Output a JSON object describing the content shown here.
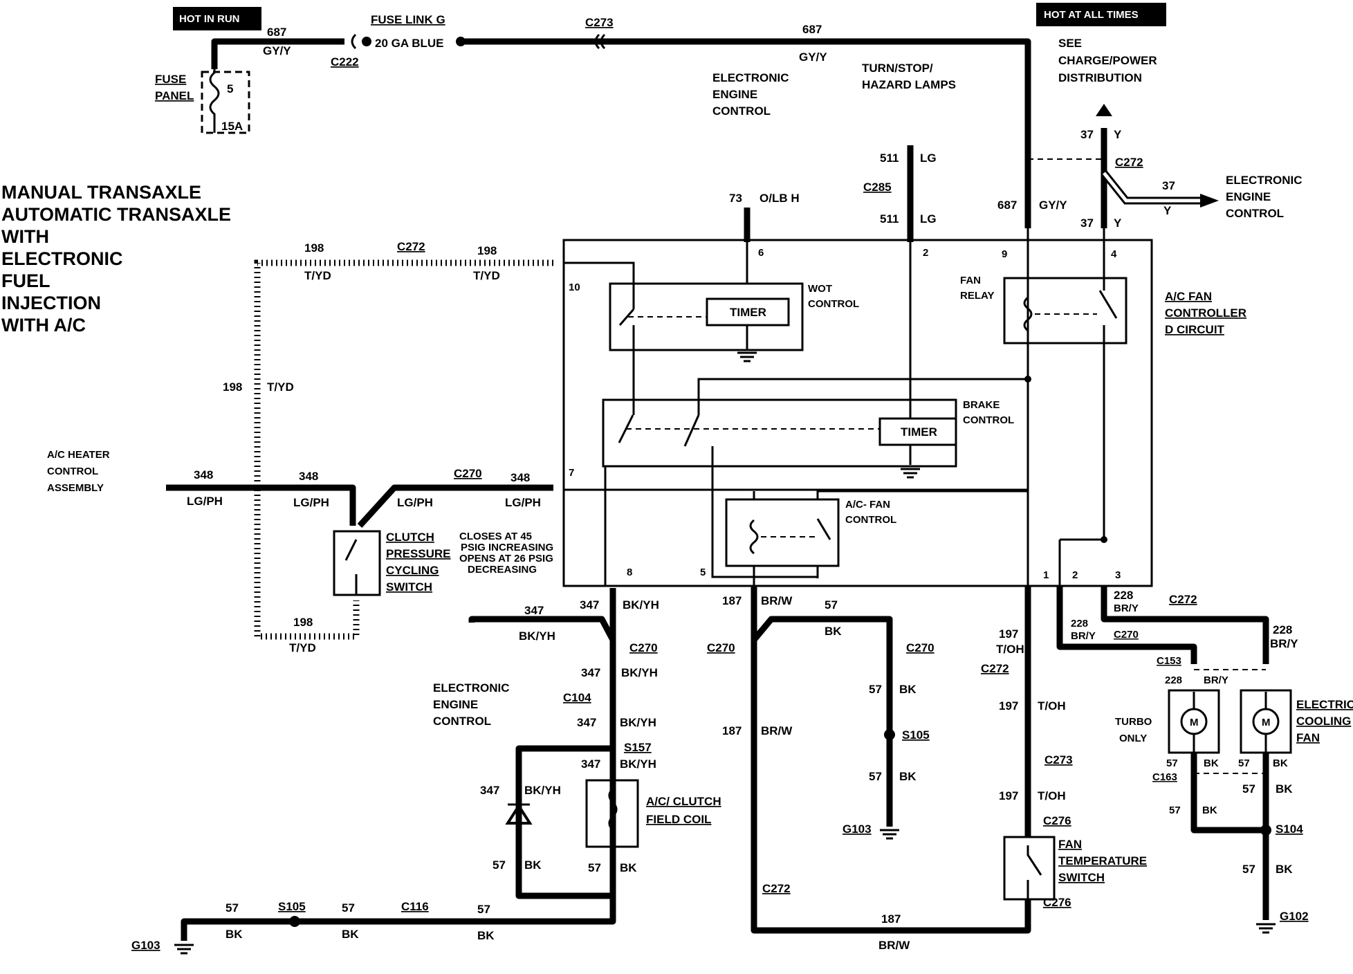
{
  "title_lines": [
    "MANUAL TRANSAXLE",
    "AUTOMATIC TRANSAXLE",
    "WITH",
    "ELECTRONIC",
    "FUEL",
    "INJECTION",
    "WITH A/C"
  ],
  "badges": {
    "hot_in_run": "HOT IN RUN",
    "hot_at_all_times": "HOT AT ALL TIMES"
  },
  "fuse": {
    "panel_label": "FUSE PANEL",
    "number": "5",
    "rating": "15A"
  },
  "fuse_link": {
    "label": "FUSE LINK G",
    "gauge": "20 GA BLUE"
  },
  "connectors": {
    "c222": "C222",
    "c273": "C273",
    "c285": "C285",
    "c272": "C272",
    "c270": "C270",
    "c104": "C104",
    "c116": "C116",
    "c276": "C276",
    "c153": "C153",
    "c163": "C163",
    "s157": "S157",
    "s105": "S105",
    "s104": "S104",
    "g103": "G103",
    "g102": "G102"
  },
  "wires": {
    "w687": "687",
    "gy_y": "GY/Y",
    "w37": "37",
    "y": "Y",
    "w511": "511",
    "lg": "LG",
    "w73": "73",
    "o_lb_h": "O/LB H",
    "w198": "198",
    "t_yd": "T/YD",
    "w348": "348",
    "lg_ph": "LG/PH",
    "w347": "347",
    "bk_yh": "BK/YH",
    "w187": "187",
    "br_w": "BR/W",
    "w57": "57",
    "bk": "BK",
    "w197": "197",
    "t_oh": "T/OH",
    "w228": "228",
    "br_y": "BR/Y"
  },
  "labels": {
    "see_charge": "SEE",
    "charge_power": "CHARGE/POWER",
    "distribution": "DISTRIBUTION",
    "eec": [
      "ELECTRONIC",
      "ENGINE",
      "CONTROL"
    ],
    "turn_stop": "TURN/STOP/",
    "hazard": "HAZARD LAMPS",
    "ac_heater": [
      "A/C HEATER",
      "CONTROL",
      "ASSEMBLY"
    ],
    "clutch_switch": [
      "CLUTCH",
      "PRESSURE",
      "CYCLING",
      "SWITCH"
    ],
    "clutch_note": [
      "CLOSES AT 45",
      "PSIG  INCREASING",
      "OPENS AT 26 PSIG",
      "DECREASING"
    ],
    "ac_clutch": [
      "A/C/ CLUTCH",
      "FIELD COIL"
    ],
    "fan_temp": [
      "FAN",
      "TEMPERATURE",
      "SWITCH"
    ],
    "electric_fan": [
      "ELECTRIC",
      "COOLING",
      "FAN"
    ],
    "turbo_only": [
      "TURBO",
      "ONLY"
    ],
    "module_name": [
      "A/C FAN",
      "CONTROLLER",
      "D CIRCUIT"
    ],
    "timer": "TIMER",
    "wot": [
      "WOT",
      "CONTROL"
    ],
    "brake": [
      "BRAKE",
      "CONTROL"
    ],
    "fan_relay": [
      "FAN",
      "RELAY"
    ],
    "acfan_control": [
      "A/C- FAN",
      "CONTROL"
    ],
    "motor": "M"
  },
  "pins": {
    "p1": "1",
    "p2": "2",
    "p3": "3",
    "p4": "4",
    "p5": "5",
    "p6": "6",
    "p7": "7",
    "p8": "8",
    "p9": "9",
    "p10": "10"
  }
}
